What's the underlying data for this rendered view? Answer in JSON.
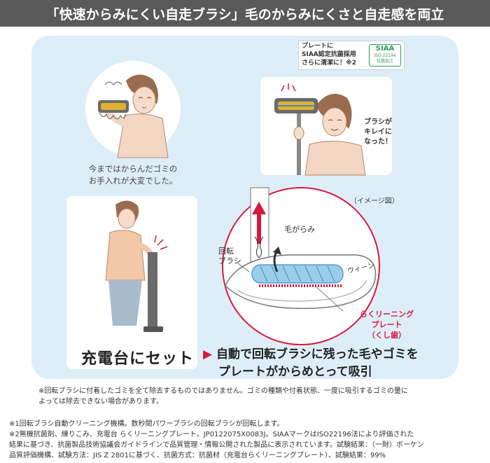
{
  "header": {
    "title": "「快速からみにくい自走ブラシ」毛のからみにくさと自走感を両立"
  },
  "before": {
    "caption_line1": "今まではからんだゴミの",
    "caption_line2": "お手入れが大変でした。"
  },
  "after": {
    "plate_line1": "プレートに",
    "plate_line2": "SIAA認定抗菌採用",
    "plate_line3": "さらに清潔に！※2",
    "siaa_logo_text": "SIAA",
    "siaa_iso": "ISO 22196",
    "siaa_sub": "抗菌加工",
    "speech_line1": "ブラシが",
    "speech_line2": "キレイに",
    "speech_line3": "なった！"
  },
  "diagram": {
    "image_note": "（イメージ図）",
    "hair_label": "毛がらみ",
    "brush_label_line1": "回転",
    "brush_label_line2": "ブラシ",
    "sound_label": "ウィーン",
    "plate_label_line1": "らくリーニング",
    "plate_label_line2": "プレート",
    "plate_label_line3": "（くし歯）"
  },
  "charger": {
    "label": "充電台にセット"
  },
  "auto_text": {
    "arrow": "▶",
    "line1": "自動で回転ブラシに残った毛やゴミを",
    "line2": "プレートがからめとって吸引"
  },
  "notes": {
    "note1_line1": "※回転ブラシに付着したゴミを全て除去するものではありません。ゴミの種類や付着状態、一度に吸引するゴミの量に",
    "note1_line2": "よっては除去できない場合があります。",
    "fn1": "※1回転ブラシ自動クリーニング機構。数秒間パワーブラシの回転ブラシが回転します。",
    "fn2_line1": "※2無機抗菌剤、練りこみ、充電台 らくリーニングプレート。JP0122075X0083J。SIAAマークはISO22196法により評価された",
    "fn2_line2": "結果に基づき、抗菌製品技術協議会ガイドラインで品質管理・情報公開された製品に表示されています。試験結果：（一財）ボーケン",
    "fn2_line3": "品質評価機構、試験方法：JIS Z 2801に基づく、抗菌方式：抗菌材（充電台らくリーニングプレート）、試験結果：99%"
  },
  "colors": {
    "header_bg": "#595959",
    "panel_bg": "#deeef8",
    "accent_red": "#d7193d",
    "siaa_green": "#2e9d57"
  }
}
